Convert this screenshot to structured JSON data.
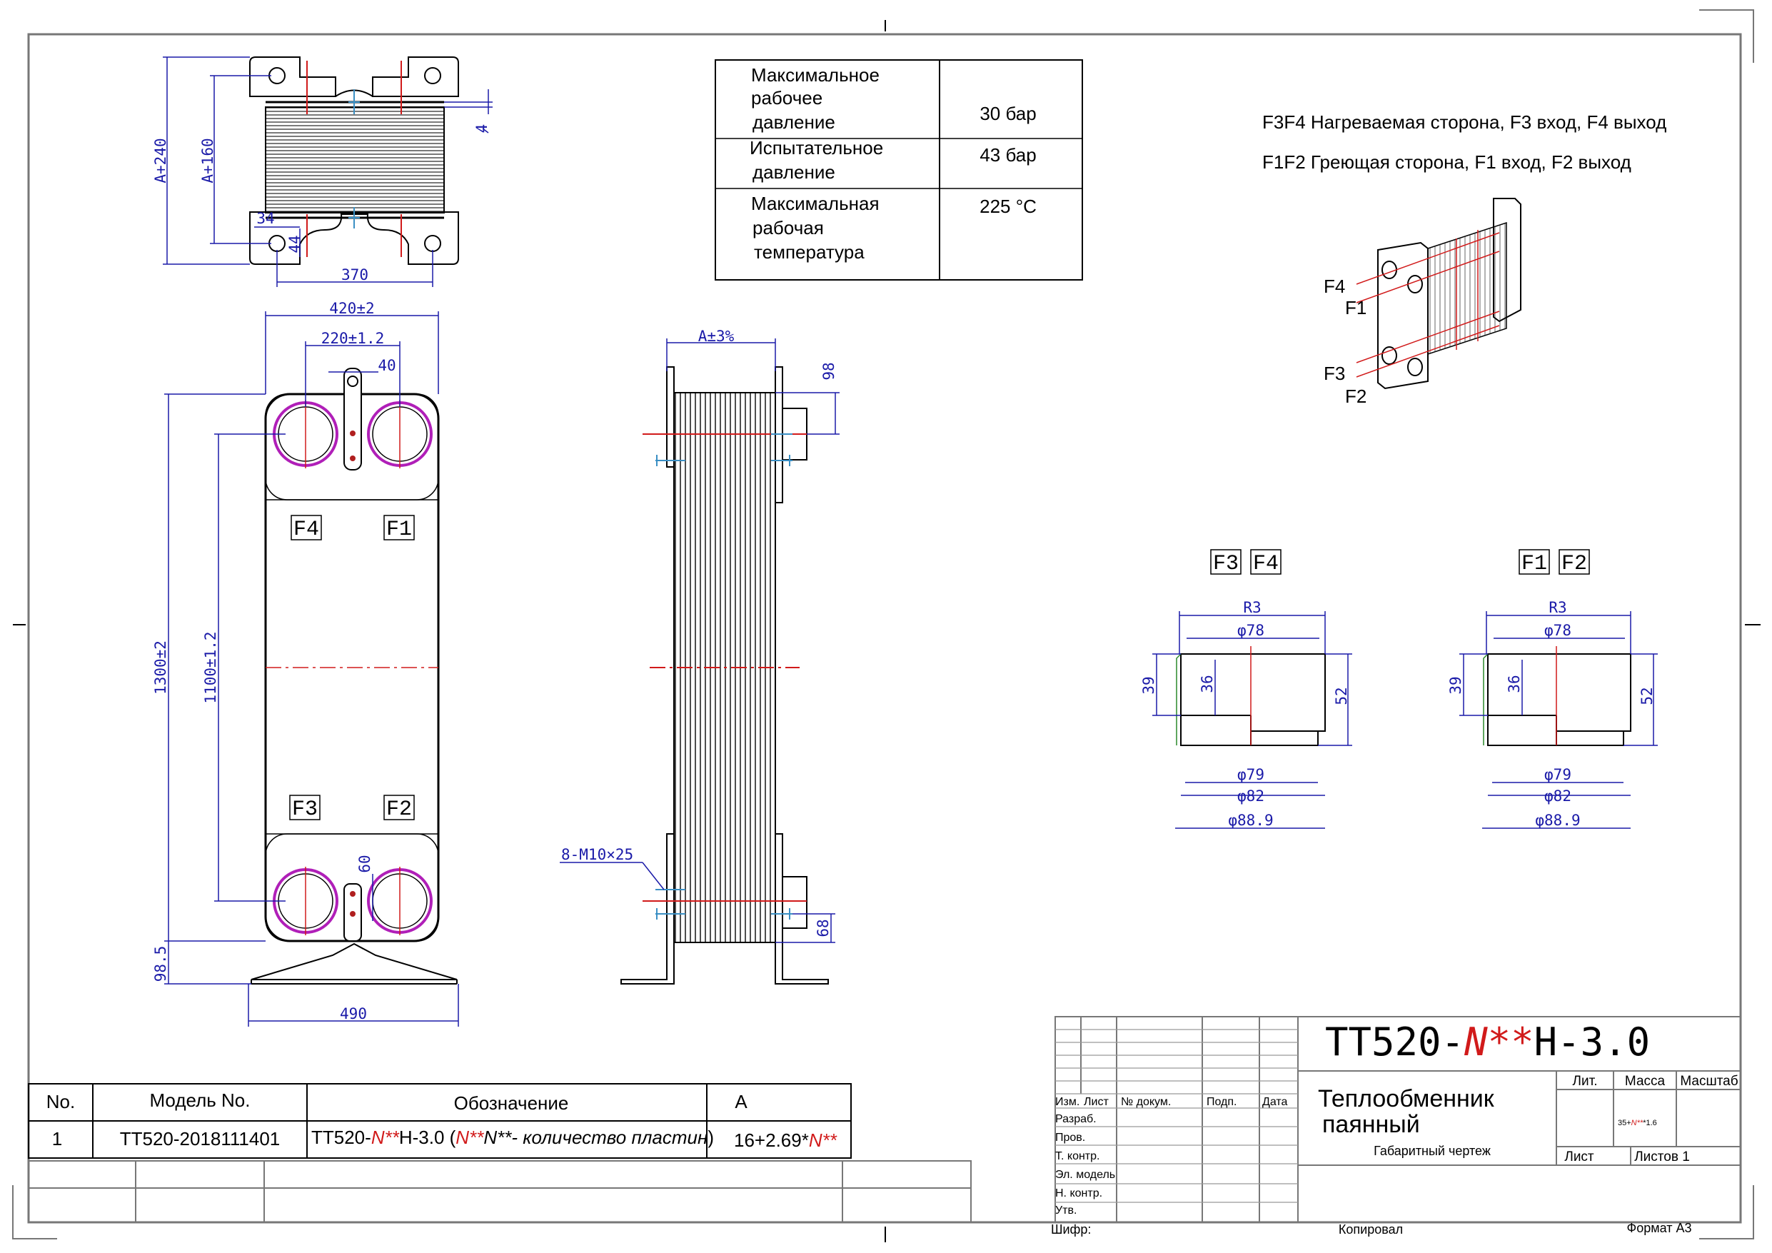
{
  "top_view": {
    "dims": [
      "A+240",
      "A+160",
      "34",
      "44",
      "370",
      "4"
    ]
  },
  "front_view": {
    "dims": [
      "420±2",
      "220±1.2",
      "40",
      "1300±2",
      "1100±1.2",
      "60",
      "98.5",
      "490"
    ],
    "port_labels": [
      "F4",
      "F1",
      "F3",
      "F2"
    ]
  },
  "side_view": {
    "dims": [
      "A±3%",
      "98",
      "68"
    ],
    "bolt_note": "8-M10×25"
  },
  "spec_table": [
    {
      "param": [
        "Максимальное",
        "рабочее",
        "давление"
      ],
      "value": "30 бар"
    },
    {
      "param": [
        "Испытательное",
        "давление"
      ],
      "value": "43 бар"
    },
    {
      "param": [
        "Максимальная",
        "рабочая",
        "температура"
      ],
      "value": "225 °C"
    }
  ],
  "legend": {
    "line1": "F3F4 Нагреваемая сторона, F3 вход, F4 выход",
    "line2": "F1F2 Греющая сторона, F1 вход, F2 выход"
  },
  "iso_labels": [
    "F4",
    "F1",
    "F3",
    "F2"
  ],
  "details": [
    {
      "ports": [
        "F3",
        "F4"
      ],
      "dims": [
        "R3",
        "φ78",
        "39",
        "36",
        "52",
        "φ79",
        "φ82",
        "φ88.9"
      ]
    },
    {
      "ports": [
        "F1",
        "F2"
      ],
      "dims": [
        "R3",
        "φ78",
        "39",
        "36",
        "52",
        "φ79",
        "φ82",
        "φ88.9"
      ]
    }
  ],
  "model_table": {
    "headers": [
      "No.",
      "Модель No.",
      "Обозначение",
      "A"
    ],
    "row": {
      "no": "1",
      "model": "TT520-2018111401",
      "designation_pre": "TT520-",
      "designation_n": "N**",
      "designation_post": "H-3.0  (",
      "designation_note": "N**- количество пластин",
      "designation_close": ")",
      "a_pre": "16+2.69*",
      "a_n": "N**"
    }
  },
  "title_block": {
    "code_pre": "TT520-",
    "code_n": "N**",
    "code_post": "H-3.0",
    "name_line1": "Теплообменник",
    "name_line2": "паянный",
    "subtitle": "Габаритный чертеж",
    "col_headers": [
      "Изм.",
      "Лист",
      "№ докум.",
      "Подп.",
      "Дата"
    ],
    "rows": [
      "Разраб.",
      "Пров.",
      "Т. контр.",
      "Эл. модель",
      "Н. контр.",
      "Утв."
    ],
    "lit": "Лит.",
    "mass": "Масса",
    "scale": "Масштаб",
    "mass_value_pre": "35+",
    "mass_value_n": "N**",
    "mass_value_post": "*1.6",
    "sheet": "Лист",
    "sheets": "Листов 1",
    "cipher": "Шифр:",
    "copied": "Копировал",
    "format": "Формат A3"
  }
}
